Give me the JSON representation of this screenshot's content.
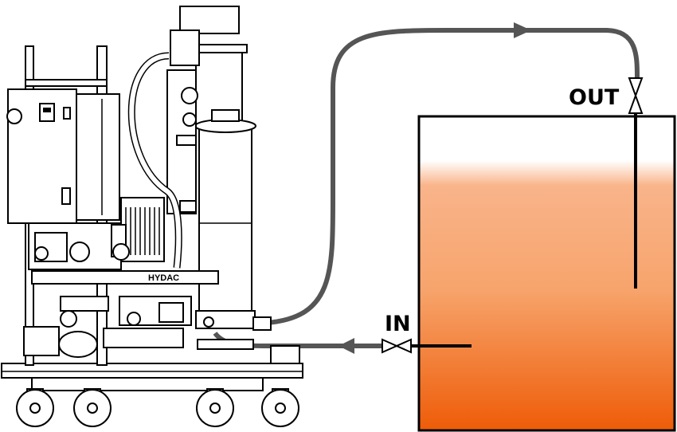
{
  "labels": {
    "inlet": "IN",
    "outlet": "OUT",
    "unit_nameplate": "HYDAC"
  },
  "colors": {
    "fluid_top": "#ffffff",
    "fluid_mid": "#f7a46c",
    "fluid_bottom": "#ee5c08",
    "hose": "#555555",
    "outline": "#000000"
  },
  "icons": [
    "valve-icon",
    "flow-arrow-icon",
    "caster-wheel-icon",
    "electric-motor-icon",
    "filter-housing-icon",
    "control-cabinet-icon"
  ]
}
